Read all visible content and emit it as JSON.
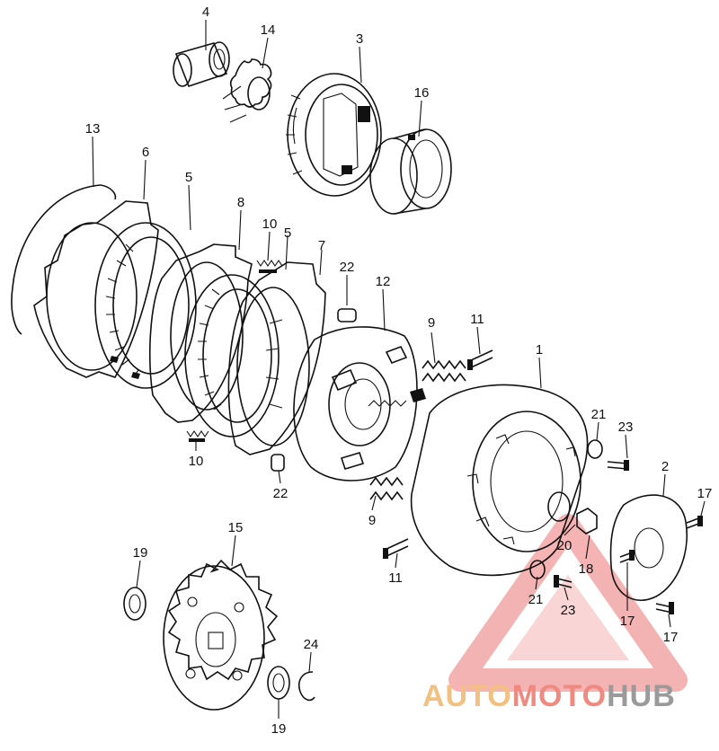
{
  "diagram": {
    "part_labels": [
      {
        "id": "4",
        "text": "4"
      },
      {
        "id": "14",
        "text": "14"
      },
      {
        "id": "3",
        "text": "3"
      },
      {
        "id": "16",
        "text": "16"
      },
      {
        "id": "13",
        "text": "13"
      },
      {
        "id": "6",
        "text": "6"
      },
      {
        "id": "5a",
        "text": "5"
      },
      {
        "id": "8",
        "text": "8"
      },
      {
        "id": "10a",
        "text": "10"
      },
      {
        "id": "5b",
        "text": "5"
      },
      {
        "id": "7",
        "text": "7"
      },
      {
        "id": "22a",
        "text": "22"
      },
      {
        "id": "12",
        "text": "12"
      },
      {
        "id": "9a",
        "text": "9"
      },
      {
        "id": "11a",
        "text": "11"
      },
      {
        "id": "1",
        "text": "1"
      },
      {
        "id": "21a",
        "text": "21"
      },
      {
        "id": "23a",
        "text": "23"
      },
      {
        "id": "2",
        "text": "2"
      },
      {
        "id": "17a",
        "text": "17"
      },
      {
        "id": "10b",
        "text": "10"
      },
      {
        "id": "22b",
        "text": "22"
      },
      {
        "id": "9b",
        "text": "9"
      },
      {
        "id": "20",
        "text": "20"
      },
      {
        "id": "18",
        "text": "18"
      },
      {
        "id": "11b",
        "text": "11"
      },
      {
        "id": "21b",
        "text": "21"
      },
      {
        "id": "23b",
        "text": "23"
      },
      {
        "id": "17b",
        "text": "17"
      },
      {
        "id": "17c",
        "text": "17"
      },
      {
        "id": "15",
        "text": "15"
      },
      {
        "id": "19a",
        "text": "19"
      },
      {
        "id": "24",
        "text": "24"
      },
      {
        "id": "19b",
        "text": "19"
      }
    ]
  },
  "watermark": {
    "brand_part1": "AUTO",
    "brand_part2": "MOTO",
    "brand_part3": "HUB",
    "colors": {
      "part1": "#f2c080",
      "part2": "#f08a80",
      "part3": "#9a9a9a",
      "triangle": "#f3a6a6"
    }
  }
}
